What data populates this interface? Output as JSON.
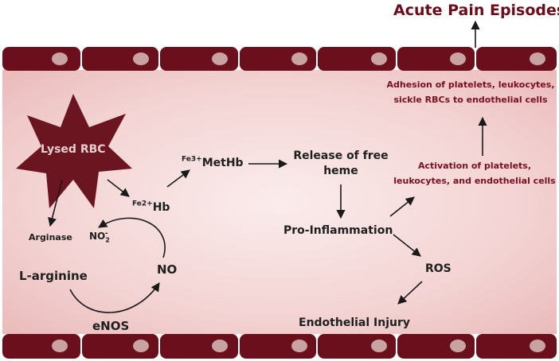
{
  "title": "Acute Pain Episodes",
  "nodes": {
    "lysed_rbc": "Lysed RBC",
    "arginase": "Arginase",
    "l_arginine": "L-arginine",
    "enos": "eNOS",
    "no": "NO",
    "no2_base": "NO",
    "no2_sup": "-",
    "no2_sub": "2",
    "hb_sup": "Fe2+",
    "hb": "Hb",
    "methb_sup": "Fe3+",
    "methb": "MetHb",
    "release_line1": "Release of free",
    "release_line2": "heme",
    "pro_inflammation": "Pro-Inflammation",
    "ros": "ROS",
    "endothelial_injury": "Endothelial Injury",
    "activation_line1": "Activation of platelets,",
    "activation_line2": "leukocytes, and endothelial cells",
    "adhesion_line1": "Adhesion of platelets, leukocytes,",
    "adhesion_line2": "sickle RBCs to endothelial cells"
  },
  "colors": {
    "vessel_wall": "#6b0f1c",
    "rbc_spot": "#c9a2a2",
    "lumen": "#f2d4d4",
    "star": "#6b1521",
    "accent_text": "#7a0f1e"
  }
}
